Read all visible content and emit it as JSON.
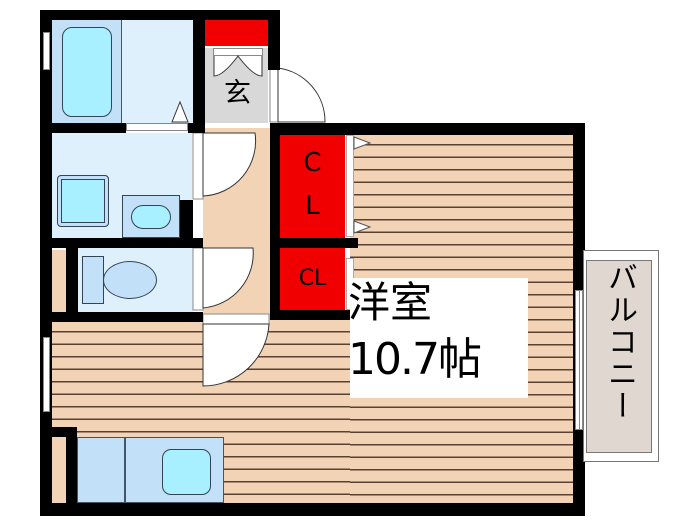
{
  "floorplan": {
    "rooms": {
      "western_room": {
        "label": "洋室",
        "size": "10.7帖"
      },
      "entrance": {
        "label": "玄"
      },
      "closet_large": {
        "label_line1": "C",
        "label_line2": "L"
      },
      "closet_small": {
        "label": "CL"
      },
      "balcony": {
        "label": "バルコニー"
      }
    },
    "colors": {
      "wall": "#000000",
      "floor": "#f2d3b6",
      "wet_area": "#ddf0fc",
      "fixture": "#a8f0ff",
      "closet": "#f00000",
      "entrance": "#d8d8d8",
      "balcony": "#e0d8d0"
    }
  }
}
